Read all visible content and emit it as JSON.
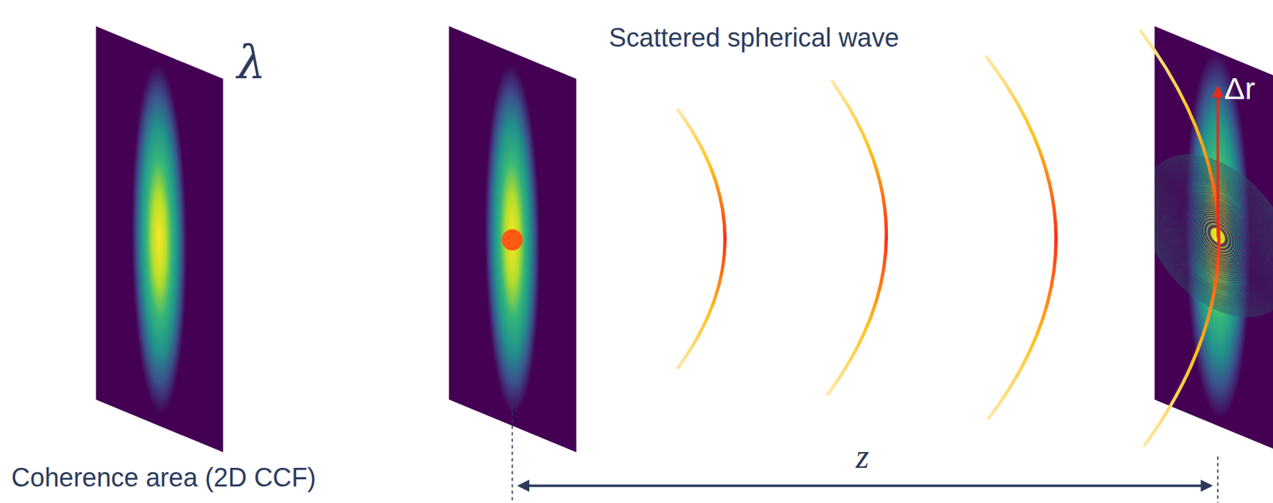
{
  "diagram": {
    "labels": [
      "λ",
      "Scattered spherical wave",
      "Δr",
      "Coherence area (2D CCF)",
      "z"
    ]
  }
}
